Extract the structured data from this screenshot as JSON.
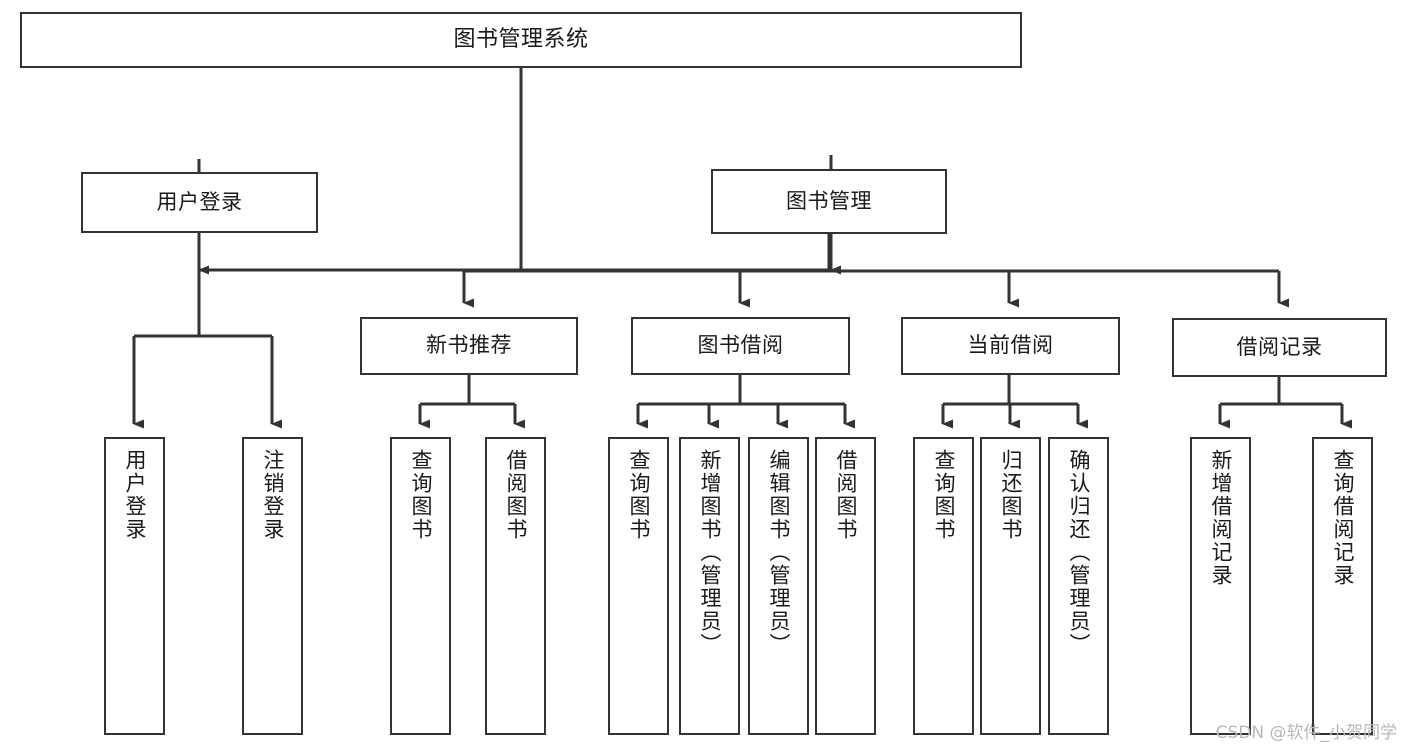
{
  "diagram": {
    "type": "tree-hierarchy-chart",
    "title": "图书管理系统",
    "colors": {
      "box_stroke": "#333333",
      "box_fill": "#ffffff",
      "edge_stroke": "#333333",
      "text": "#1a1a1a",
      "watermark": "#b8b8b8",
      "background": "#ffffff"
    },
    "levels": 4,
    "nodes": {
      "root": {
        "label": "图书管理系统",
        "orientation": "horizontal"
      },
      "user_login": {
        "label": "用户登录",
        "orientation": "horizontal"
      },
      "book_mgmt": {
        "label": "图书管理",
        "orientation": "horizontal"
      },
      "new_book_rec": {
        "label": "新书推荐",
        "orientation": "horizontal"
      },
      "book_borrow": {
        "label": "图书借阅",
        "orientation": "horizontal"
      },
      "current_borrow": {
        "label": "当前借阅",
        "orientation": "horizontal"
      },
      "borrow_record": {
        "label": "借阅记录",
        "orientation": "horizontal"
      },
      "leaf_user_login": {
        "label": "用户登录",
        "orientation": "vertical"
      },
      "leaf_logout": {
        "label": "注销登录",
        "orientation": "vertical"
      },
      "leaf_query_book_1": {
        "label": "查询图书",
        "orientation": "vertical"
      },
      "leaf_borrow_book_1": {
        "label": "借阅图书",
        "orientation": "vertical"
      },
      "leaf_query_book_2": {
        "label": "查询图书",
        "orientation": "vertical"
      },
      "leaf_add_book": {
        "label": "新增图书（管理员）",
        "orientation": "vertical"
      },
      "leaf_edit_book": {
        "label": "编辑图书（管理员）",
        "orientation": "vertical"
      },
      "leaf_borrow_book_2": {
        "label": "借阅图书",
        "orientation": "vertical"
      },
      "leaf_query_book_3": {
        "label": "查询图书",
        "orientation": "vertical"
      },
      "leaf_return_book": {
        "label": "归还图书",
        "orientation": "vertical"
      },
      "leaf_confirm_return": {
        "label": "确认归还（管理员）",
        "orientation": "vertical"
      },
      "leaf_add_record": {
        "label": "新增借阅记录",
        "orientation": "vertical"
      },
      "leaf_query_record": {
        "label": "查询借阅记录",
        "orientation": "vertical"
      }
    },
    "edges": [
      {
        "from": "root",
        "to": "user_login"
      },
      {
        "from": "root",
        "to": "book_mgmt"
      },
      {
        "from": "user_login",
        "to": "leaf_user_login"
      },
      {
        "from": "user_login",
        "to": "leaf_logout"
      },
      {
        "from": "book_mgmt",
        "to": "new_book_rec"
      },
      {
        "from": "book_mgmt",
        "to": "book_borrow"
      },
      {
        "from": "book_mgmt",
        "to": "current_borrow"
      },
      {
        "from": "book_mgmt",
        "to": "borrow_record"
      },
      {
        "from": "new_book_rec",
        "to": "leaf_query_book_1"
      },
      {
        "from": "new_book_rec",
        "to": "leaf_borrow_book_1"
      },
      {
        "from": "book_borrow",
        "to": "leaf_query_book_2"
      },
      {
        "from": "book_borrow",
        "to": "leaf_add_book"
      },
      {
        "from": "book_borrow",
        "to": "leaf_edit_book"
      },
      {
        "from": "book_borrow",
        "to": "leaf_borrow_book_2"
      },
      {
        "from": "current_borrow",
        "to": "leaf_query_book_3"
      },
      {
        "from": "current_borrow",
        "to": "leaf_return_book"
      },
      {
        "from": "current_borrow",
        "to": "leaf_confirm_return"
      },
      {
        "from": "borrow_record",
        "to": "leaf_add_record"
      },
      {
        "from": "borrow_record",
        "to": "leaf_query_record"
      }
    ],
    "watermark": "CSDN @软件_小贺同学"
  }
}
